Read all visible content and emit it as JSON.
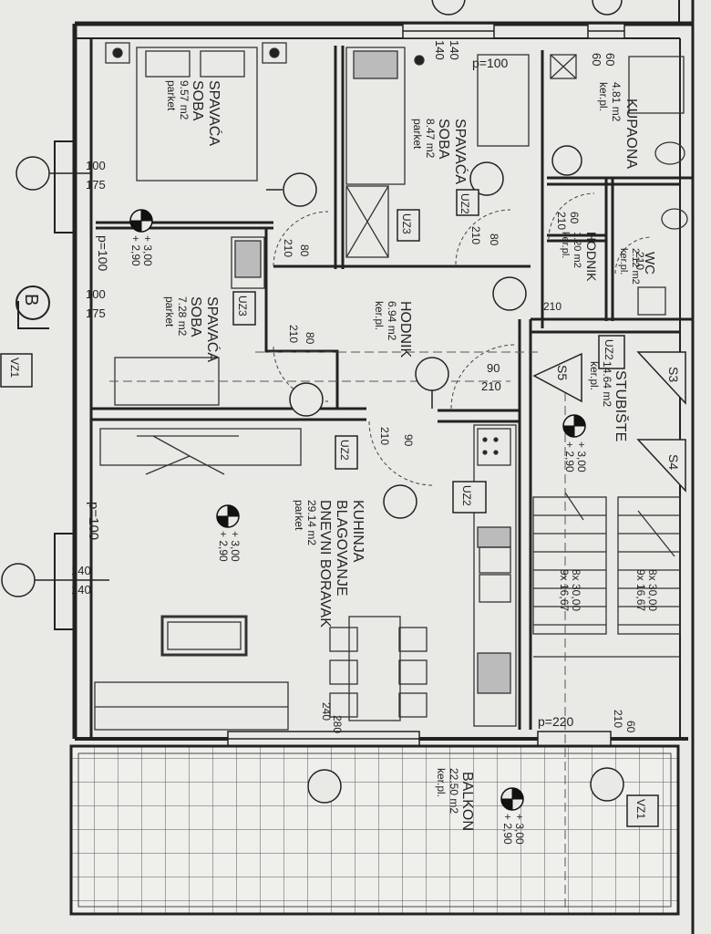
{
  "rooms": {
    "bedroom1": {
      "name1": "SPAVAĆA",
      "name2": "SOBA",
      "area": "9.57 m2",
      "floor": "parket"
    },
    "bedroom2": {
      "name1": "SPAVAĆA",
      "name2": "SOBA",
      "area": "8.47 m2",
      "floor": "parket"
    },
    "bedroom3": {
      "name1": "SPAVAĆA",
      "name2": "SOBA",
      "area": "7.28 m2",
      "floor": "parket"
    },
    "bathroom": {
      "name": "KUPAONA",
      "area": "4.81 m2",
      "floor": "ker.pl."
    },
    "wc": {
      "name": "WC",
      "area": "2.12 m2",
      "floor": "ker.pl."
    },
    "hall_small": {
      "name": "HODNIK",
      "area": "1.20 m2",
      "floor": "ker.pl."
    },
    "hall": {
      "name": "HODNIK",
      "area": "6.94 m2",
      "floor": "ker.pl."
    },
    "living": {
      "name1": "KUHINJA",
      "name2": "BLAGOVANJE",
      "name3": "DNEVNI BORAVAK",
      "area": "29.14 m2",
      "floor": "parket"
    },
    "stairs": {
      "name": "STUBIŠTE",
      "area": "14.64 m2",
      "floor": "ker.pl."
    },
    "balcony": {
      "name": "BALKON",
      "area": "22.50 m2",
      "floor": "ker.pl."
    }
  },
  "levels": {
    "top": "+ 3,00",
    "bottom": "+ 2,90"
  },
  "stair_runs": {
    "a1": "8x 30,00",
    "a2": "9x 16,67"
  },
  "tags": {
    "uz2": "UZ2",
    "uz3": "UZ3",
    "vz1": "VZ1",
    "s3": "S3",
    "s4": "S4",
    "s5": "S5",
    "section": "B"
  },
  "dims": {
    "d60": "60",
    "d80": "80",
    "d90": "90",
    "d100": "100",
    "d140": "140",
    "d175": "175",
    "d210": "210",
    "d220": "220",
    "d240": "240",
    "d280": "280",
    "p100": "p=100",
    "p220": "p=220"
  }
}
